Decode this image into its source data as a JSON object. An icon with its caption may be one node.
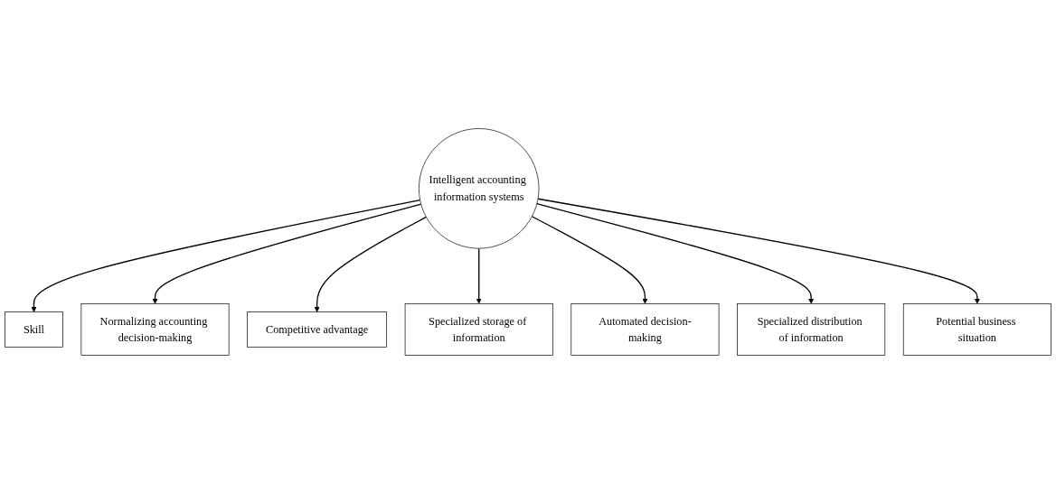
{
  "diagram": {
    "nodes": [
      {
        "text": [
          "Skill"
        ]
      },
      {
        "text": [
          "Specialized storage of information"
        ]
      },
      {
        "text": [
          "Normalizing accounting decision-making"
        ]
      },
      {
        "text": [
          "Intelligent accounting information systems"
        ]
      },
      {
        "text": [
          "Automated decision-making"
        ]
      },
      {
        "text": [
          "Competitive advantage"
        ]
      },
      {
        "text": [
          "Specialized distribution of information"
        ]
      },
      {
        "text": [
          "Potential business situation"
        ]
      }
    ],
    "edges": [
      {
        "from": 3,
        "to": 0,
        "arrow": "to"
      },
      {
        "from": 3,
        "to": 2,
        "arrow": "to"
      },
      {
        "from": 3,
        "to": 5,
        "arrow": "to"
      },
      {
        "from": 3,
        "to": 1,
        "arrow": "to"
      },
      {
        "from": 3,
        "to": 4,
        "arrow": "to"
      },
      {
        "from": 3,
        "to": 6,
        "arrow": "to"
      },
      {
        "from": 3,
        "to": 7,
        "arrow": "to"
      }
    ]
  }
}
